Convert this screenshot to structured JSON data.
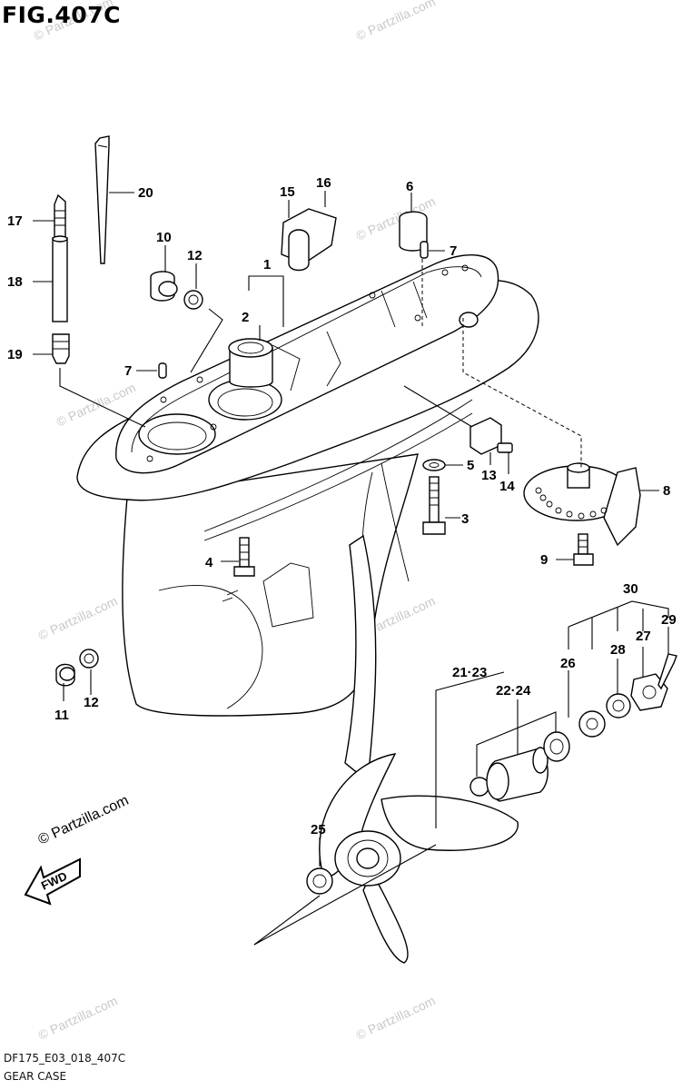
{
  "figure": {
    "title": "FIG.407C",
    "code": "DF175_E03_018_407C",
    "name": "GEAR CASE",
    "direction_label": "FWD",
    "watermark": "© Partzilla.com"
  },
  "callouts": {
    "c1": "1",
    "c2": "2",
    "c3": "3",
    "c4": "4",
    "c5": "5",
    "c6": "6",
    "c7a": "7",
    "c7b": "7",
    "c8": "8",
    "c9": "9",
    "c10": "10",
    "c11": "11",
    "c12a": "12",
    "c12b": "12",
    "c13": "13",
    "c14": "14",
    "c15": "15",
    "c16": "16",
    "c17": "17",
    "c18": "18",
    "c19": "19",
    "c20": "20",
    "c21_23": "21·23",
    "c22_24": "22·24",
    "c25": "25",
    "c26": "26",
    "c27": "27",
    "c28": "28",
    "c29": "29",
    "c30": "30"
  }
}
